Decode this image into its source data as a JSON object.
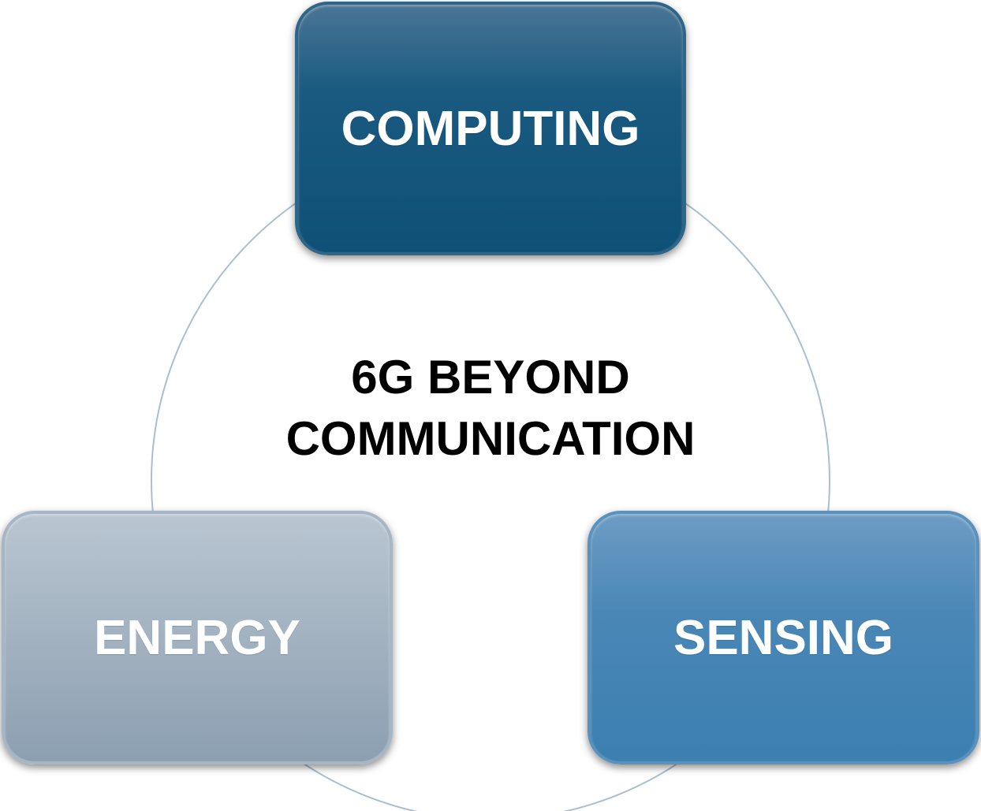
{
  "diagram": {
    "center_text": {
      "line1": "6G BEYOND",
      "line2": "COMMUNICATION"
    },
    "nodes": [
      {
        "id": "computing",
        "label": "COMPUTING",
        "color": "#0f5077"
      },
      {
        "id": "energy",
        "label": "ENERGY",
        "color": "#a5b4c2"
      },
      {
        "id": "sensing",
        "label": "SENSING",
        "color": "#3b7fb0"
      }
    ],
    "ring_color": "#a9bfd0"
  }
}
